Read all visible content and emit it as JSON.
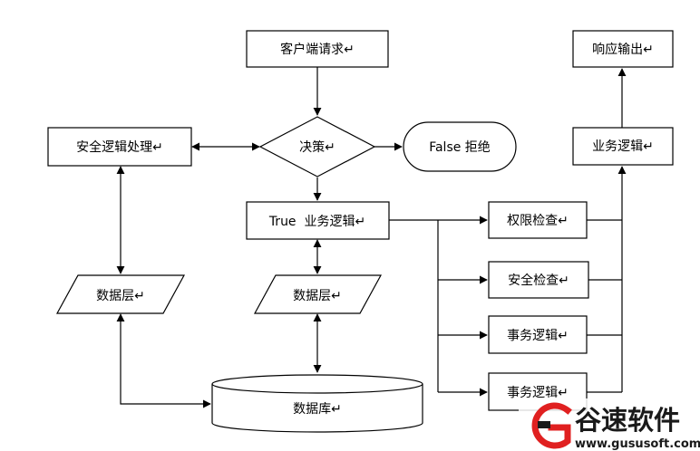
{
  "nodes": {
    "client_request": "客户端请求",
    "decision": "决策",
    "reject": "False 拒绝",
    "security_logic": "安全逻辑处理",
    "true_business": "True  业务逻辑",
    "data_layer_left": "数据层",
    "data_layer_mid": "数据层",
    "database": "数据库",
    "permission_check": "权限检查",
    "security_check": "安全检查",
    "transaction_1": "事务逻辑",
    "transaction_2": "事务逻辑",
    "business_logic": "业务逻辑",
    "response_output": "响应输出"
  },
  "paragraph_mark": "↵",
  "watermark": {
    "logo_letter": "G",
    "name": "谷速软件",
    "url": "www.gususoft.com"
  },
  "colors": {
    "stroke": "#000000",
    "logo_red": "#e02020",
    "logo_dark": "#1a1a1a"
  }
}
